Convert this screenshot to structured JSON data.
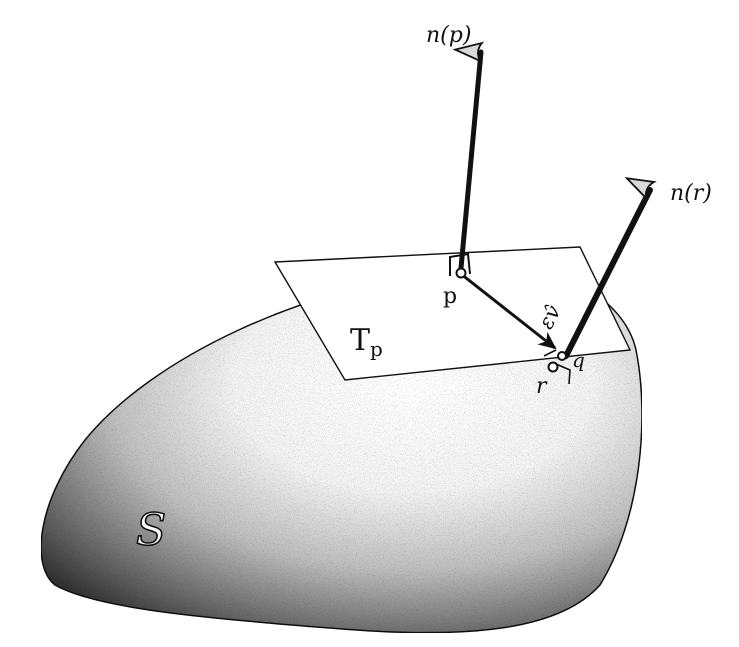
{
  "figure": {
    "labels": {
      "surface": "S",
      "tangent_plane_main": "T",
      "tangent_plane_sub": "p",
      "normal_p": "n(p)",
      "normal_r": "n(r)",
      "point_p": "p",
      "point_q": "q",
      "point_r": "r",
      "vector_eps_v": "εv̂"
    },
    "colors": {
      "ink": "#111111",
      "plane_fill": "#ffffff",
      "surface_dark": "#1a1a1a",
      "surface_light": "#ffffff"
    }
  }
}
